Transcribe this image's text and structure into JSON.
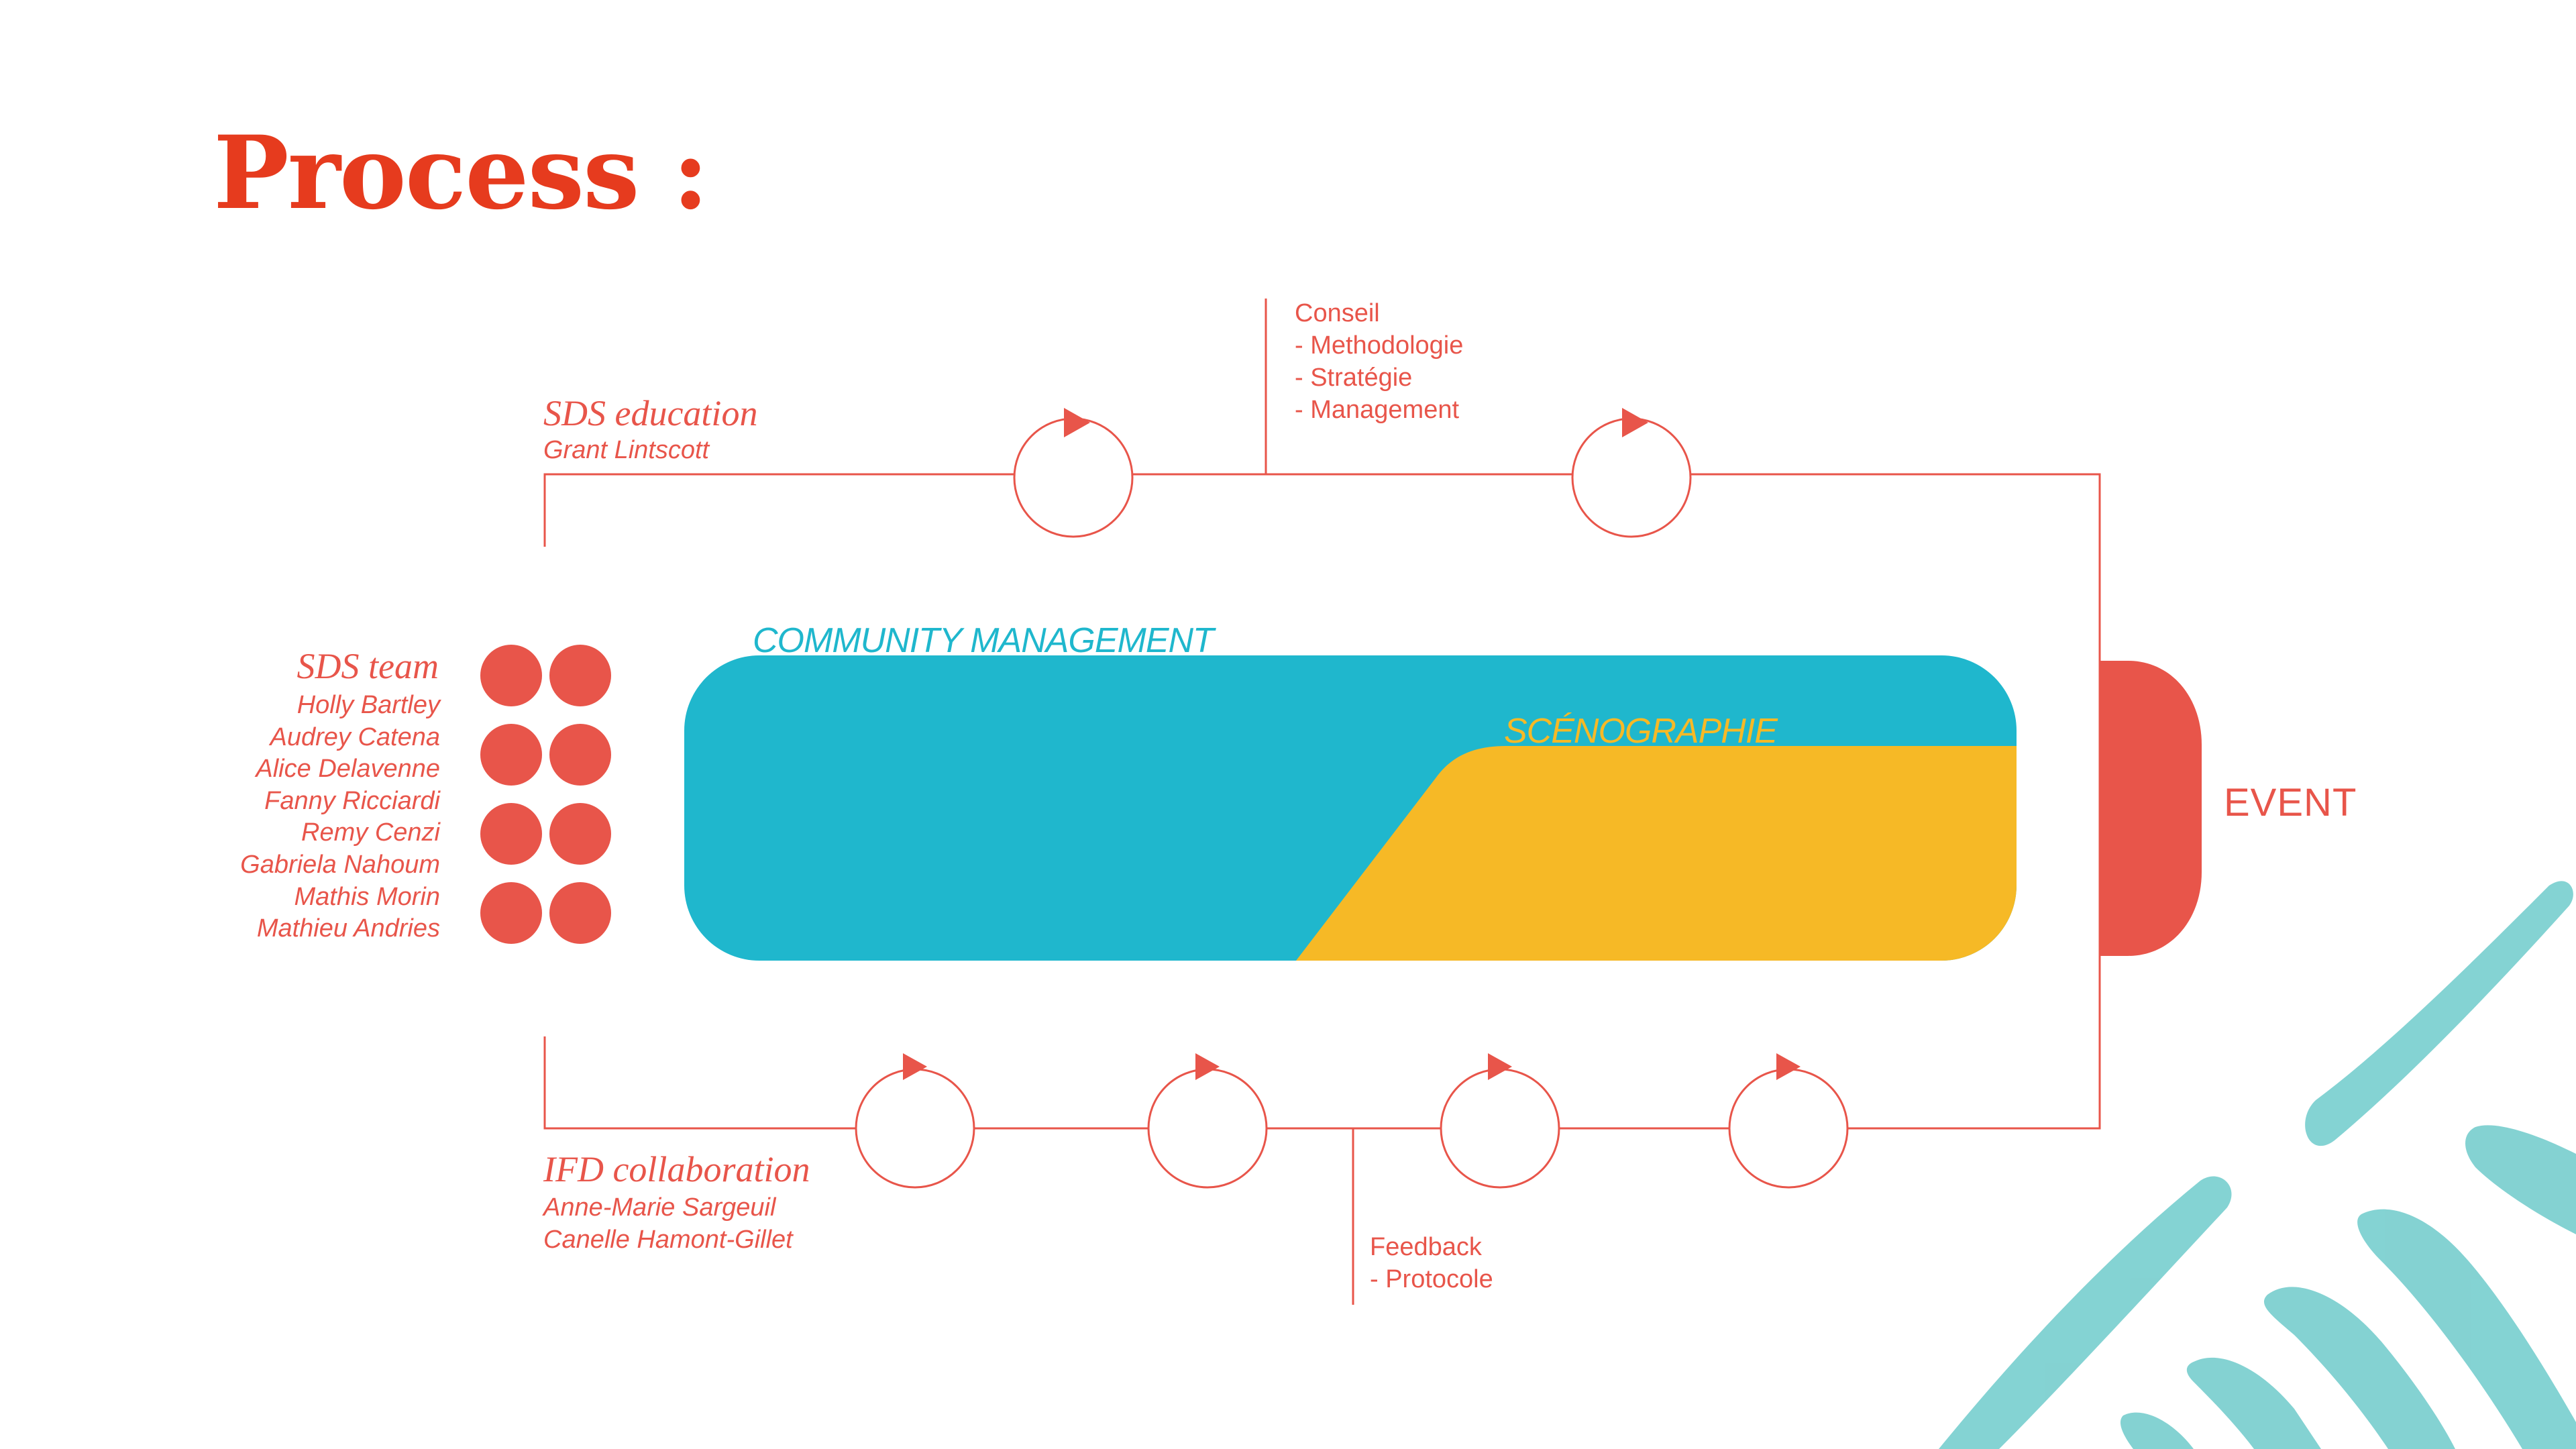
{
  "title": "Process :",
  "colors": {
    "accent_red": "#e8554a",
    "title_red": "#e63b1e",
    "blue": "#1fb7cd",
    "yellow": "#f6b926",
    "brush_teal": "#6fcbcb"
  },
  "sds_education": {
    "heading": "SDS education",
    "person": "Grant Lintscott"
  },
  "sds_team": {
    "heading": "SDS team",
    "members": [
      "Holly Bartley",
      "Audrey Catena",
      "Alice Delavenne",
      "Fanny Ricciardi",
      "Remy Cenzi",
      "Gabriela Nahoum",
      "Mathis Morin",
      "Mathieu Andries"
    ]
  },
  "ifd": {
    "heading": "IFD collaboration",
    "people": [
      "Anne-Marie Sargeuil",
      "Canelle Hamont-Gillet"
    ]
  },
  "conseil": [
    "Conseil",
    "- Methodologie",
    "- Stratégie",
    "- Management"
  ],
  "feedback": [
    "Feedback",
    "- Protocole"
  ],
  "community_label": "COMMUNITY MANAGEMENT",
  "scenographie_label": "SCÉNOGRAPHIE",
  "event_label": "EVENT",
  "icons": {
    "cycle": "cycle-arrow-icon",
    "team": "team-dot-icon"
  }
}
